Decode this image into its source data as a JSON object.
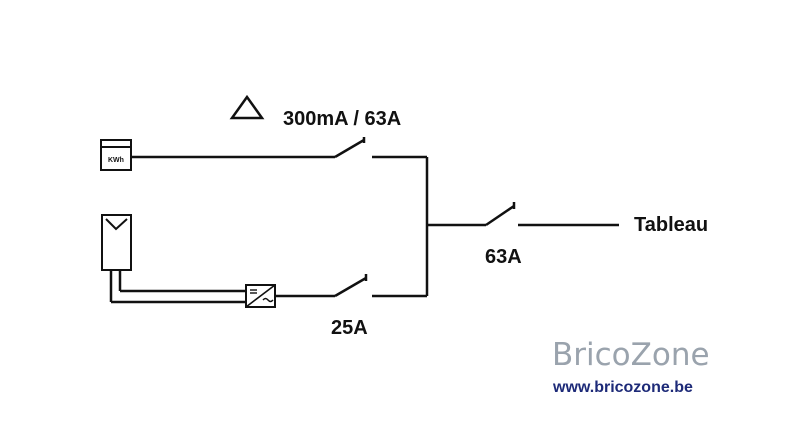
{
  "labels": {
    "main_breaker": "300mA / 63A",
    "output_breaker": "63A",
    "solar_breaker": "25A",
    "destination": "Tableau",
    "meter_unit": "KWh"
  },
  "watermark": {
    "brand": "BricoZone",
    "url": "www.bricozone.be"
  },
  "colors": {
    "line": "#111111",
    "brand_text": "#9aa3ad",
    "url_text": "#1d2a78"
  },
  "icons": {
    "warning": "triangle-outline-icon",
    "meter": "kwh-meter-icon",
    "solar_panel": "solar-panel-icon",
    "inverter": "inverter-icon"
  }
}
